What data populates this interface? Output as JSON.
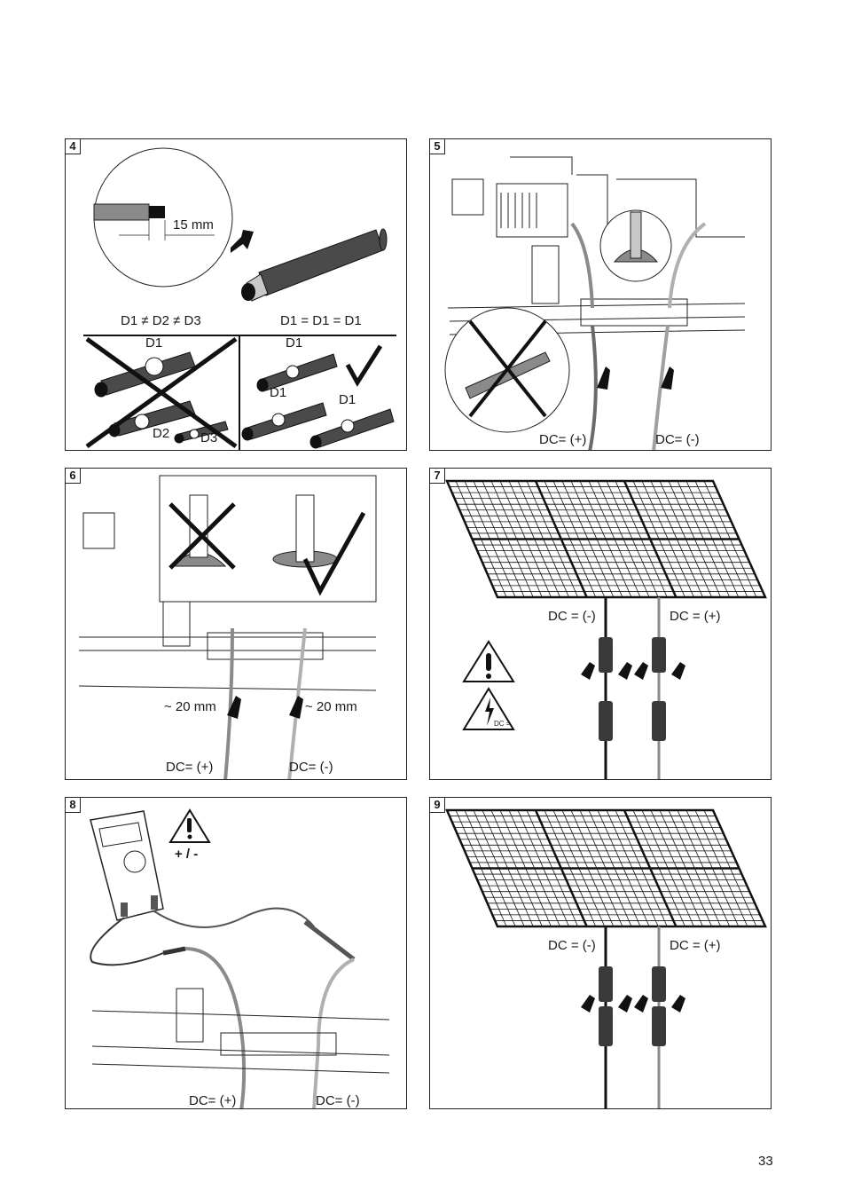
{
  "page_number": "33",
  "steps": {
    "s4": {
      "number": "4",
      "strip_length": "15 mm",
      "wrong_rule": "D1 ≠ D2 ≠ D3",
      "right_rule": "D1 = D1 = D1",
      "d1": "D1",
      "d2": "D2",
      "d3": "D3"
    },
    "s5": {
      "number": "5",
      "plus": "DC= (+)",
      "minus": "DC= (-)"
    },
    "s6": {
      "number": "6",
      "len_left": "~ 20 mm",
      "len_right": "~ 20 mm",
      "plus": "DC= (+)",
      "minus": "DC= (-)"
    },
    "s7": {
      "number": "7",
      "minus": "DC = (-)",
      "plus": "DC = (+)",
      "dc_sign": "DC ="
    },
    "s8": {
      "number": "8",
      "polarity": "+ / -",
      "plus": "DC= (+)",
      "minus": "DC= (-)"
    },
    "s9": {
      "number": "9",
      "minus": "DC = (-)",
      "plus": "DC = (+)"
    }
  },
  "colors": {
    "line": "#1a1a1a",
    "cable_dark": "#4a4a4a",
    "cable_gray": "#8a8a8a",
    "insulation": "#c8c8c8"
  }
}
